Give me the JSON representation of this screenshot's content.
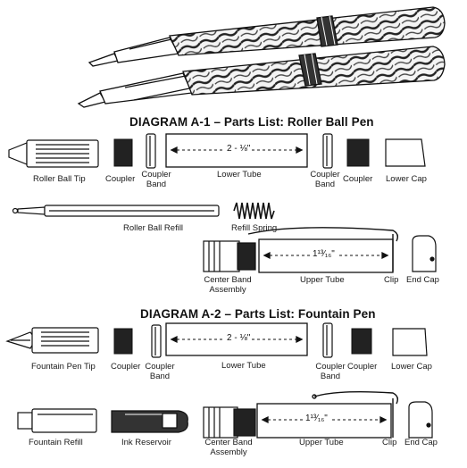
{
  "diagram_a1": {
    "title": "DIAGRAM A-1 – Parts List: Roller Ball Pen",
    "tube_dim_lower": "2 - ⅛\"",
    "tube_dim_upper": "1¹³⁄₁₆\"",
    "labels": {
      "roller_ball_tip": "Roller Ball Tip",
      "coupler_left": "Coupler",
      "coupler_band_left": "Coupler Band",
      "lower_tube": "Lower Tube",
      "coupler_band_right": "Coupler Band",
      "coupler_right": "Coupler",
      "lower_cap": "Lower Cap",
      "roller_ball_refill": "Roller Ball Refill",
      "refill_spring": "Refill Spring",
      "center_band_assembly": "Center Band Assembly",
      "upper_tube": "Upper Tube",
      "clip": "Clip",
      "end_cap": "End Cap"
    }
  },
  "diagram_a2": {
    "title": "DIAGRAM A-2 – Parts List: Fountain Pen",
    "tube_dim_lower": "2 - ⅛\"",
    "tube_dim_upper": "1¹³⁄₁₆\"",
    "labels": {
      "fountain_pen_tip": "Fountain Pen Tip",
      "coupler_left": "Coupler",
      "coupler_band_left": "Coupler Band",
      "lower_tube": "Lower Tube",
      "coupler_band_right": "Coupler Band",
      "coupler_right": "Coupler",
      "lower_cap": "Lower Cap",
      "fountain_refill": "Fountain Refill",
      "ink_reservoir": "Ink Reservoir",
      "center_band_assembly": "Center Band Assembly",
      "upper_tube": "Upper Tube",
      "clip": "Clip",
      "end_cap": "End Cap"
    }
  }
}
